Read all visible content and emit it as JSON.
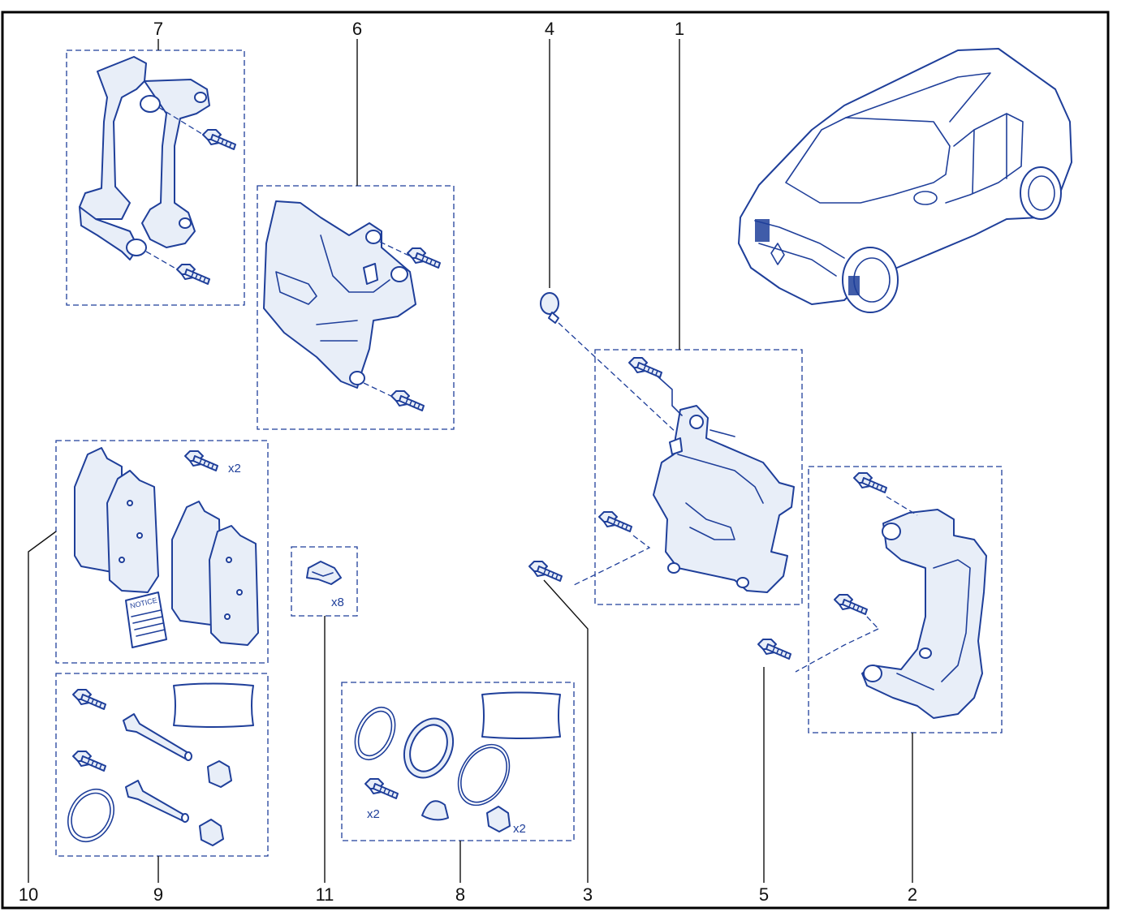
{
  "callouts": {
    "c1": "1",
    "c2": "2",
    "c3": "3",
    "c4": "4",
    "c5": "5",
    "c6": "6",
    "c7": "7",
    "c8": "8",
    "c9": "9",
    "c10": "10",
    "c11": "11"
  },
  "quantities": {
    "pad_bolts": "x2",
    "clips": "x8",
    "seal_bolts": "x2",
    "bleed_caps": "x2"
  },
  "labels": {
    "notice": "NOTICE"
  },
  "colors": {
    "line": "#1f3f9a",
    "fill": "#e8eef8",
    "text": "#111111",
    "frame": "#000000"
  }
}
